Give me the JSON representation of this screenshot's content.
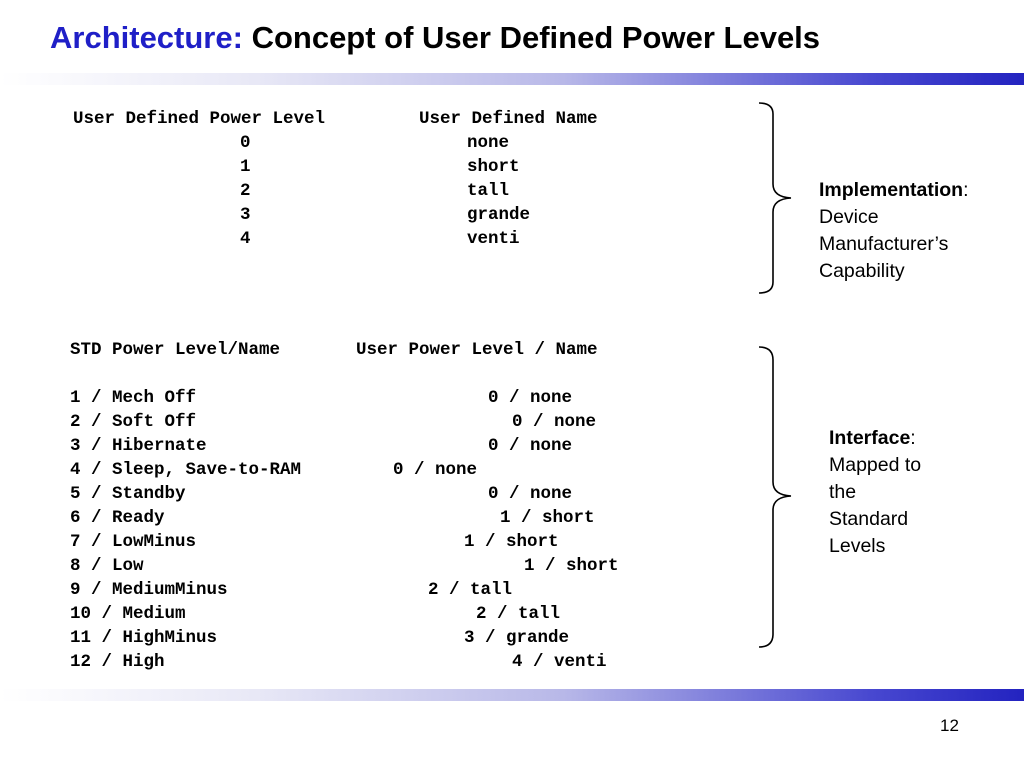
{
  "slide": {
    "title_accent": "Architecture:",
    "title_rest": "Concept of User Defined Power Levels",
    "page_number": "12"
  },
  "table1": {
    "header_level": "User Defined Power Level",
    "header_name": "User Defined Name",
    "rows": [
      {
        "level": "0",
        "name": "none"
      },
      {
        "level": "1",
        "name": "short"
      },
      {
        "level": "2",
        "name": "tall"
      },
      {
        "level": "3",
        "name": "grande"
      },
      {
        "level": "4",
        "name": "venti"
      }
    ]
  },
  "implementation": {
    "heading": "Implementation",
    "colon": ":",
    "lines": [
      "Device",
      "Manufacturer’s",
      "Capability"
    ]
  },
  "table2": {
    "header_std": "STD Power Level/Name",
    "header_user": "User Power Level / Name",
    "rows": [
      {
        "std": "1 / Mech Off",
        "user": "0 / none"
      },
      {
        "std": "2 / Soft Off",
        "user": "0 / none"
      },
      {
        "std": "3 / Hibernate",
        "user": "0 / none"
      },
      {
        "std": "4 / Sleep, Save-to-RAM",
        "user": "0 / none"
      },
      {
        "std": "5 / Standby",
        "user": "0 / none"
      },
      {
        "std": "6 / Ready",
        "user": "1 / short"
      },
      {
        "std": "7 / LowMinus",
        "user": "1 / short"
      },
      {
        "std": "8 / Low",
        "user": "1 / short"
      },
      {
        "std": "9 / MediumMinus",
        "user": "2 / tall"
      },
      {
        "std": "10 / Medium",
        "user": "2 / tall"
      },
      {
        "std": "11 / HighMinus",
        "user": "3 / grande"
      },
      {
        "std": "12 / High",
        "user": "4 / venti"
      }
    ]
  },
  "interface": {
    "heading": "Interface",
    "colon": ":",
    "lines": [
      "Mapped to",
      "the",
      "Standard",
      "Levels"
    ]
  }
}
